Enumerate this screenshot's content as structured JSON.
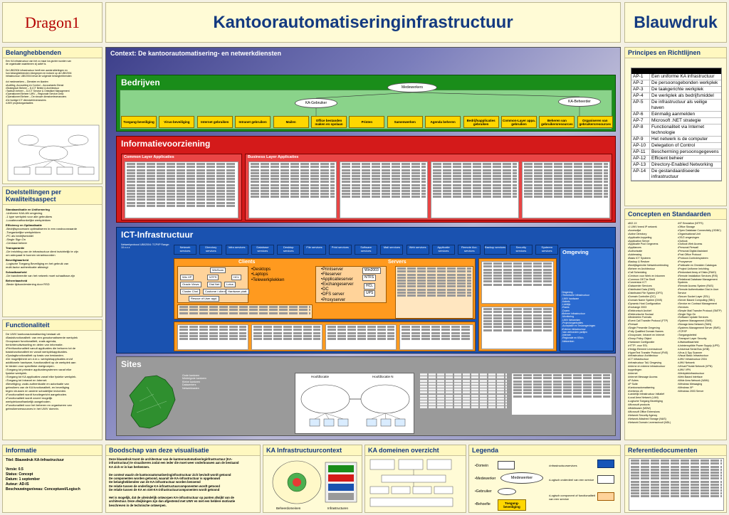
{
  "header": {
    "logo": "Dragon1",
    "title": "Kantoorautomatiseringinfrastructuur",
    "badge": "Blauwdruk"
  },
  "left": {
    "belanghebbenden_title": "Belanghebbenden",
    "belanghebbenden_text": [
      "Een KA infrastructuur van het zo maar los gezien worden van",
      "de organisatie waarbinnen zij actief is.",
      "",
      "De UBI/2004 infrastructuur heeft een aantal afdelingen en",
      "hun belanghebbenden inbegrepen en invloed op de UBI/2004",
      "infrastructuur. UBI/2004 bevat de volgende belanghebbenden:",
      "",
      "•Ict      medewerkers – Diensten en klanten",
      "•Auditing, Accounting en Control – Accountants Dienst",
      "•Strategisch Beheer – D-ICT Beleid & Architectuur",
      "•Tactisch beheer – D-ICT Service & Ontwikkel Management",
      "•Operationeel Beheer UWV – Regionale Service Desk",
      "•Operationeel Beheer – De nieuwe dienstverleveranciers",
      "•De huidige ICT dienstverleveranciers",
      "•UWV projectorganisaties"
    ],
    "doelstellingen_title": "Doelstellingen per Kwaliteitsaspect",
    "doelstellingen": [
      {
        "h": "Standaardisatie en Uniformering",
        "t": [
          "-Uniforme KA/LAN omgeving",
          "-1 type werkplek voor alle gebruikers",
          "-Locatieonafhankelijke werkplekken"
        ]
      },
      {
        "h": "Efficiency en Optimalisatie",
        "t": [
          "-Bedrijfsprocessen optimaliseren in een randvoorwaarde",
          "-Toegankelijke werkplekken",
          "-PC als bedrijfsmiddel",
          "-Single Sign On",
          "-Centraal beheer"
        ]
      },
      {
        "h": "Transparantie",
        "t": [
          "-De inrichting van de infrastructuur dient inzichtelijk te zijn",
          "om adequaat te kunnen verantwoorden"
        ]
      },
      {
        "h": "Beveiligbaarheid",
        "t": [
          "-Logische Toegang Beveiliging en het gebruik van",
          "multi-factor authenticatie afdwingt"
        ]
      },
      {
        "h": "Schaalbaarheid",
        "t": [
          "-De bandbreedte van het netwerk moet schaalbaar zijn"
        ]
      },
      {
        "h": "Beheerbaarheid",
        "t": [
          "-Beste tijdsonderstening door RSD"
        ]
      }
    ],
    "functionaliteit_title": "Functionaliteit",
    "functionaliteit_text": [
      "De UWV kantoorautomatisering bestaat uit:",
      "•Basisfunctionaliteit: van een geautomatiseerde werkplek",
      "Groupware functionaliteit, zoals agenda,",
      "berichtenuitwisseling en delen van informatie.",
      "•Printfunctionaliteit vanuit applicaties die behoren tot de",
      "basisfunctionaliteit en vanuit werkplekapplicaties.",
      "•Opslagfunctionaliteit op basis van bestanden.",
      "•De mogelijkheid om d.m.v. werkplekapplicaties en/of",
      "additionele hardware, functionaliteit op de werkplek aan",
      "te bieden voor specifieke doelgroepen.",
      "•Toegang tot primaire applicatiesystemen vanaf elke",
      "fysieke werkplek.",
      "•Toegang tot KA applicaties vanaf elke fysieke werkplek.",
      "•Toegang tot Intranet en Internet.",
      "•Beveiliging: zoals authenticatie en autorisatie van",
      "gebruikers van de KA functionaliteit, en beveiliging",
      "tegen virussen en andere schadelijke invloeden.",
      "•Functionaliteit wordt functiegericht aangeboden.",
      "•Functionaliteit wordt zoveel mogelijk",
      "werkplekonafhankelijk aangeboden.",
      "•Functionaliteit voor het beheren en organiseren van",
      "gebruikersressources in het UWV domein."
    ]
  },
  "center": {
    "context_title": "Context: De kantoorautomatisering- en netwerkdiensten",
    "bedrijven": {
      "title": "Bedrijven",
      "medewerkers": "Medewerkers",
      "ka_gebruiker": "KA-Gebruiker",
      "ka_beheerder": "KA-Beheerder",
      "services": [
        "Toegang-beveiliging",
        "Virus-beveiliging",
        "Internet gebruiken",
        "Intranet gebruiken",
        "Mailen",
        "Office bestanden maken en opslaan",
        "Printen",
        "Samenwerken",
        "Agenda beheren",
        "Bedrijfsapplicaties gebruiken",
        "Common-Layer appa. gebruiken",
        "Beheren van gebruikersresources",
        "Organiseren van gebruikersresources"
      ]
    },
    "info": {
      "title": "Informatievoorziening",
      "common_layer": "Common Layer Applicaties",
      "business_layer": "Business Layer Applicaties"
    },
    "ict": {
      "title": "ICT-Infrastructuur",
      "topline": "Netwerkprotocol UBI/2004: TCP/IP  Range: 10.x.x.x",
      "services": [
        "Network services",
        "Directory services",
        "Infra services",
        "Database services",
        "Desktop services",
        "File services",
        "Print services",
        "Software services",
        "Mail services",
        "Web services",
        "Applicatie services",
        "Remote Acc. services",
        "Backup services",
        "Security services",
        "Systeem services"
      ],
      "clients_label": "Clients",
      "servers_label": "Servers",
      "omgeving_label": "Omgeving",
      "client_items": [
        "WinScan",
        "Win XP",
        "NTFS",
        "HCL",
        "Oracle Views",
        "Dial Net",
        "Lotus",
        "Cluster Chnl",
        "Custome / client appl.",
        "Hardware platt.",
        "Rescue of User appl."
      ],
      "client_list": [
        "•Desktops",
        "•Laptops",
        "•Telewerkplekken"
      ],
      "server_items": [
        "Win2003",
        "NTFS",
        "HCL",
        "UPS"
      ],
      "server_list": [
        "•Printserver",
        "•Fileserver",
        "•Applicatieserver",
        "•Exchangeserver",
        "•DC",
        "•DFS server",
        "•Proxyserver"
      ],
      "omgeving_items": [
        "Omgeving",
        "•Technische infrastructuur",
        "  -UWV hardware",
        "  -Kabels",
        "  -Lichtlijn",
        "  -Racks",
        "  -Dozen",
        "•Beheer infrastructuur",
        "  -Monitoring",
        "  -UWV Netwerken",
        "  -Projectorganisaties",
        "  -Acceptatie en Testomgevingen",
        "•Externe infrastructuur",
        "  -Van verbonden partijen",
        "  -Internet",
        "  -Regionale en KBs's",
        "  -Netwerken"
      ]
    },
    "sites": {
      "title": "Sites",
      "kantoor_a": "Hoofdlocatie",
      "kantoor_b": "Hoofdlocatie N",
      "texts": [
        "Grote kantoren",
        "Middelgrote kantoren",
        "Kleine kantoren",
        "Datacenters",
        "Netwerkkasten"
      ]
    }
  },
  "right": {
    "principes_title": "Principes en Richtlijnen",
    "principes": [
      {
        "k": "AP-1",
        "v": "Een uniforme KA infrastructuur"
      },
      {
        "k": "AP-2",
        "v": "De persoonsgebonden werkplek"
      },
      {
        "k": "AP-3",
        "v": "De taakgerichte werkplek"
      },
      {
        "k": "AP-4",
        "v": "De werkplek als bedrijfsmiddel"
      },
      {
        "k": "AP-5",
        "v": "De infrastructuur als veilige haven"
      },
      {
        "k": "AP-6",
        "v": "Eénmalig aanmelden"
      },
      {
        "k": "AP-7",
        "v": "Microsoft .NET strategie"
      },
      {
        "k": "AP-8",
        "v": "Functionaliteit via Internet technologie"
      },
      {
        "k": "AP-9",
        "v": "Het netwerk is de computer"
      },
      {
        "k": "AP-10",
        "v": "Delegation of Control"
      },
      {
        "k": "AP-11",
        "v": "Bescherming persoonsgegevens"
      },
      {
        "k": "AP-12",
        "v": "Efficient beheer"
      },
      {
        "k": "AP-13",
        "v": "Directory-Enabled Networking"
      },
      {
        "k": "AP-14",
        "v": "De gestandaardiseerde infrastructuur"
      }
    ],
    "concepten_title": "Concepten en Standaarden",
    "concepten_col1": [
      "•802.1X",
      "•1 UWV breed IP netwerk",
      "•Accesslijst",
      "•Active Directory",
      "•Applicatie-koppeling",
      "•Application Server",
      "•Applicatie Pool Gegevens",
      "•Appliances",
      "•Authorisatie",
      "•Addressing",
      "•Basis ICT Systeem",
      "•Backup & Restore",
      "•Bedrijfsgerichte Netwerkverbinding",
      "•Beheer en Architectuur",
      "•Call Scheduling",
      "•Centrum voor Werk en Inkomen",
      "•Common Off The Shelf",
      "•Conversion ICT",
      "•Datacenter Services",
      "•Distributed Data (DNS)",
      "•Distributed File System (DFS)",
      "•Domain Controller (DC)",
      "•Domain Name System (DNS)",
      "•Dynamic Host Configuration",
      "•Exchange 2003",
      "•Elektronisch Archief",
      "•Elektronische Sociaal",
      "•Mededelen Formats",
      "•Event Call Transfer Protocol (FTP)",
      "•Firewall",
      "•Single Presentie Omgeving",
      "•Fully Qualified Domain Names",
      "•Groupware, Intranet en Internet",
      "•Group Policy Object",
      "•Hardware Configuratie",
      "•HTTP- voor SSL",
      "•Hedgp Element Levenscircuit",
      "•HyperText Transfer Protocol (FNS)",
      "•Infrastructuur Architectuur",
      "•ICT Infrastructuur",
      "•Infrastructuur TaU Omgeving",
      "•Interne en externe infrastructuur koppelingen",
      "•Internet",
      "•Internet Message Access",
      "•IP Adres",
      "•IP Suite",
      "•Kantoorautomatisering",
      "•Kerberos v5",
      "•Landelijk Infrastructuur Initiatief",
      "•Local Area Network (LAN)",
      "•Logische Toegang Beveiliging",
      "•Microsoft products",
      "•Middleware (MDW)",
      "•Microsoft Office Extensions",
      "•Network Security Agency",
      "•Network Attached Storage (NAS)",
      "•Network Domain Levenscircuit (NDL)"
    ],
    "concepten_col2": [
      "•NT Emulation (NTFS)",
      "•Office Storage",
      "•Open Database Connectivity (ODBC)",
      "•Organisational Unit",
      "•OS/2 omgevingen",
      "•Outlook",
      "•Outlook Web Access",
      "•Personal Firewall",
      "•Personal Digital Assistant",
      "•Post Office Protocol",
      "•Protocol-Controlesysteem",
      "•Proxyserver",
      "•Publicatie en Omniden Catalogus",
      "•Project Uniforme Inrichting",
      "•Redundant Array of Disks (RAID)",
      "•Remote Installation Services (RIS)",
      "•Relational Database Management Systems",
      "•Remote Access System (RAS)",
      "•Remote Authentication Dial-In User Service",
      "•Secure Socket Layer (SSL)",
      "•Server Based Computing (SBC)",
      "•Service en Contract Management",
      "•Services",
      "•Simple Mail Transfer Protocol (SMTP)",
      "•Single Sign On",
      "•Software Update Services",
      "•Systeem Management (SMS)",
      "•Storage Area Network (SAN)",
      "•Systems Management Server (SMS)",
      "•TCP/IP",
      "•Toegangsbeleid",
      "•Transport Layer Security",
      "•Uitwisselbaarheid",
      "•Uninterruptible Power Supply (UPS)",
      "•Universal Serial Bus (USB)",
      "•Virus & Spy Scanner",
      "•Visual Basic Infrastructuur",
      "•UWV Infrastructuur 2004",
      "•UWV Netwerk",
      "•Virtual Private Network (VPN)",
      "•UWV VPN",
      "•Werkplekinfrastructuur",
      "•Web Based Interface",
      "•Wide Area Network (WAN)",
      "•Windows Messaging",
      "•Windows XP",
      "•Windows 2003 Server"
    ]
  },
  "bottom": {
    "informatie_title": "Informatie",
    "info_rows": [
      {
        "k": "Titel:",
        "v": "Blauwdruk KA-Infrastructuur"
      },
      {
        "k": "Versie:",
        "v": "0.5"
      },
      {
        "k": "Status:",
        "v": "Concept"
      },
      {
        "k": "Datum:",
        "v": "1 september"
      },
      {
        "k": "Auteur:",
        "v": "AD-IS"
      },
      {
        "k": "Beschouwingsniveau:",
        "v": "Conceptueel/Logisch"
      }
    ],
    "boodschap_title": "Boodschap van deze visualisatie",
    "boodschap_text": [
      "Deze blauwdruk toont de architectuur van de kantoorautomatiseringinfrastructuur (KA-",
      "infrastructuur) te visualiseren zodat een ieder die moet weer onderbouwen aan de bestaand",
      "KA zich er in kan herkennen.",
      "",
      "De context waarin de kantoorautomatiseringinfrastructuur zich bevindt wordt getoond",
      "De componenten worden getoond, waaruit de KA-infrastructuur is opgebouwd",
      "De belanghebbenden van de KA-infrastructuur worden benoemd",
      "De relatie tussen de onderlinge KA-infrastructuurcomponenten wordt getoond",
      "De relatie tussen de KA en niet-KA-infrastructuurcomponenten wordt getoond",
      "",
      "Het is mogelijk, dat de uiteindelijk ontworpen KA-infrastructuur op punten afwijkt van de",
      "architectuur. Deze afwijkingen zijn dan afgestemd met UWV en met een heldere motivatie",
      "beschreven in de technische ontwerpen."
    ],
    "kacontext_title": "KA Infrastructuurcontext",
    "kacontext_labels": [
      "Beheerdomeinen",
      "Infrastructuren"
    ],
    "kadomeinen_title": "KA domeinen overzicht",
    "legenda_title": "Legenda",
    "legenda_items": [
      "•Domein",
      "•Medewerker",
      "•Gebruiker",
      "•Behoefte",
      "•Infrastructuurservices",
      "•Logisch onderdeel van een service",
      "•Logisch component of functionaliteit van een service"
    ],
    "legenda_medewerker": "Medewerker",
    "legenda_toegang": "Toegang-beveiliging",
    "referentie_title": "Referentiedocumenten"
  }
}
